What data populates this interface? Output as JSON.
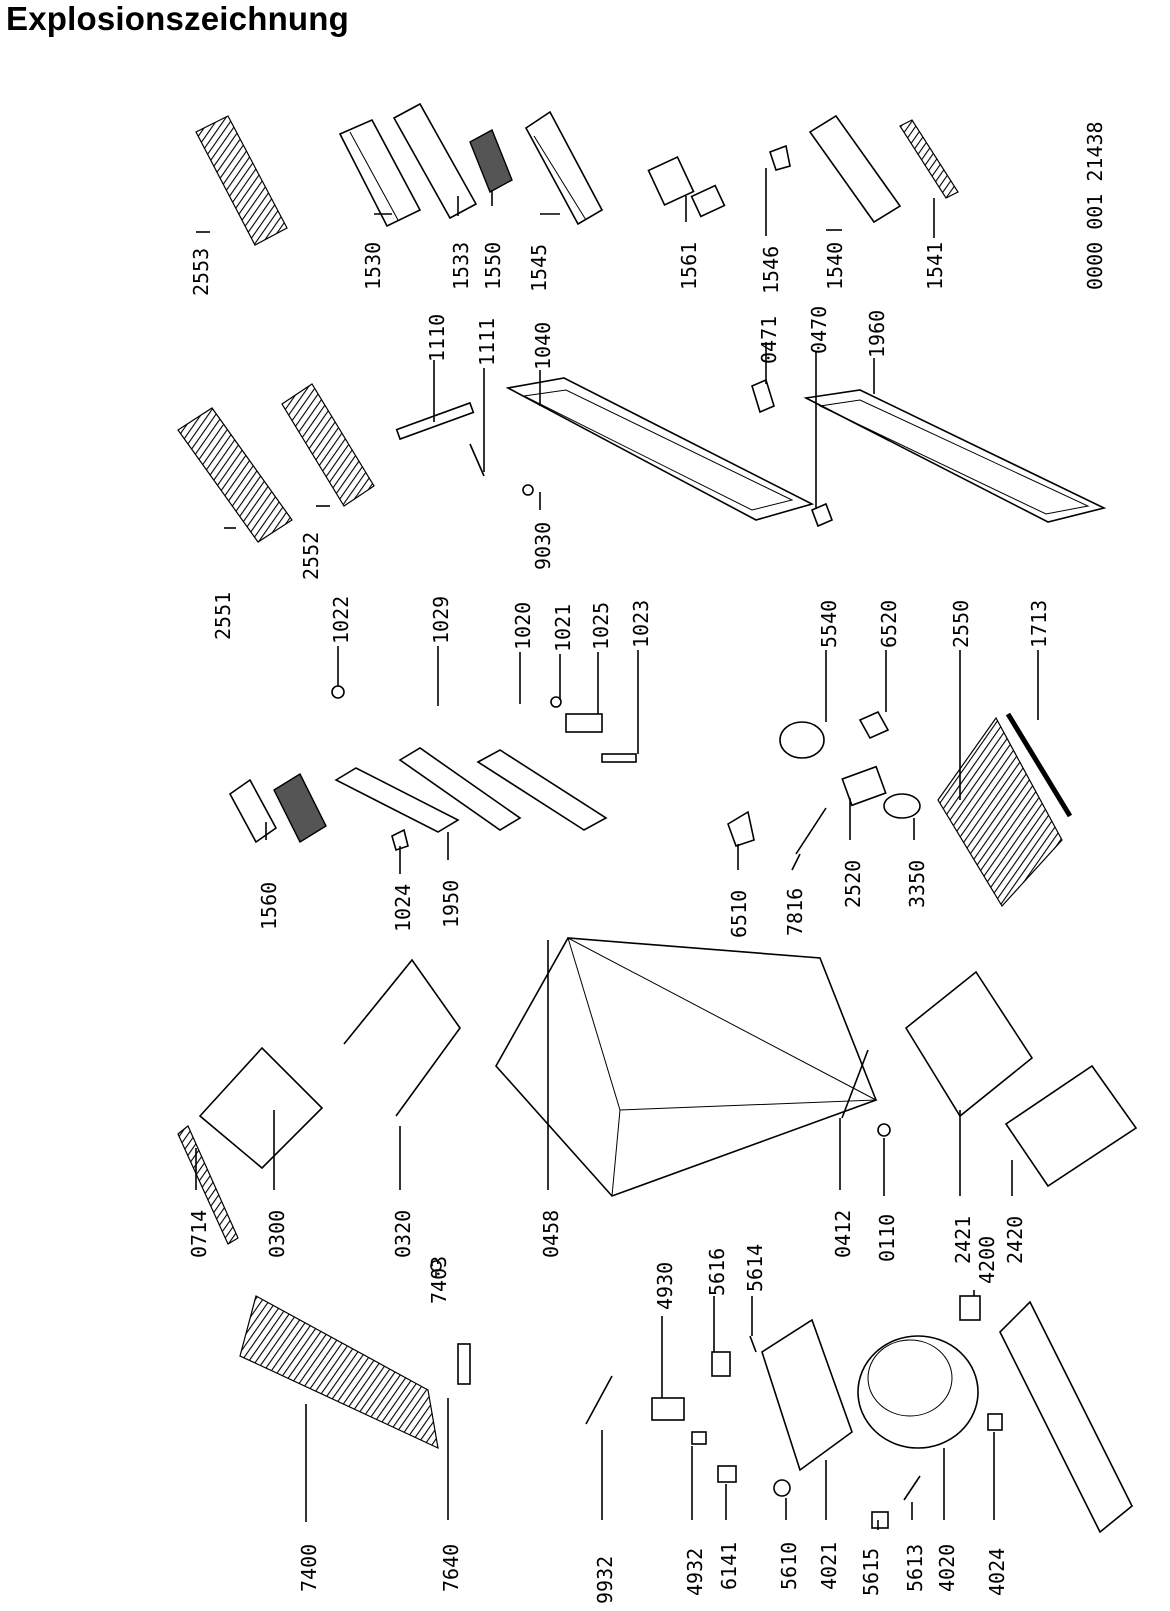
{
  "title": "Explosionszeichnung",
  "doc_number": "0000 001 21438",
  "part_numbers": [
    "2553",
    "1530",
    "1533",
    "1550",
    "1545",
    "1561",
    "1546",
    "1540",
    "1541",
    "2551",
    "2552",
    "1110",
    "1111",
    "1040",
    "9030",
    "0471",
    "0470",
    "1960",
    "1560",
    "1022",
    "1029",
    "1020",
    "1021",
    "1025",
    "1023",
    "1024",
    "1950",
    "5540",
    "6520",
    "2550",
    "1713",
    "6510",
    "7816",
    "2520",
    "3350",
    "0714",
    "0300",
    "0320",
    "0458",
    "0412",
    "0110",
    "2421",
    "2420",
    "4200",
    "7400",
    "7640",
    "7403",
    "9932",
    "4932",
    "4930",
    "5616",
    "5614",
    "6141",
    "5610",
    "4021",
    "5615",
    "5613",
    "4020",
    "4024"
  ]
}
